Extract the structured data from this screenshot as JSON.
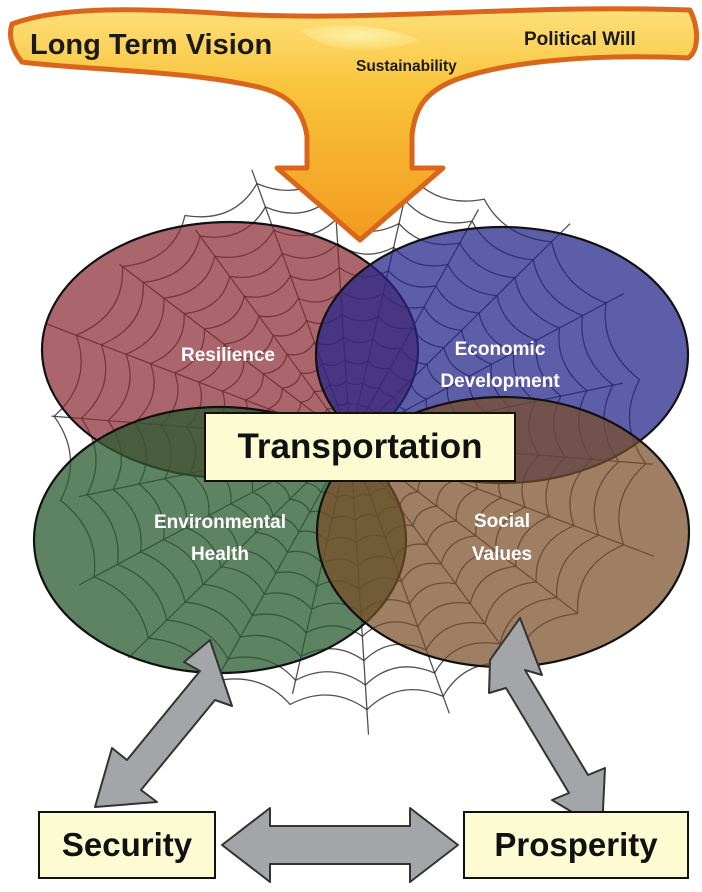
{
  "banner": {
    "vision": "Long Term Vision",
    "sustainability": "Sustainability",
    "political_will": "Political Will"
  },
  "circles": {
    "resilience": "Resilience",
    "economic_line1": "Economic",
    "economic_line2": "Development",
    "environmental_line1": "Environmental",
    "environmental_line2": "Health",
    "social_line1": "Social",
    "social_line2": "Values"
  },
  "center": "Transportation",
  "outcomes": {
    "security": "Security",
    "prosperity": "Prosperity"
  },
  "colors": {
    "resilience": "#8b2a33",
    "economic": "#2b2b87",
    "environmental": "#2f5f33",
    "social": "#7a5230",
    "banner_fill": "#f8b92a",
    "banner_edge": "#d9661a",
    "arrow_gray": "#a3a5a8",
    "label_bg": "#fdfbd2"
  }
}
